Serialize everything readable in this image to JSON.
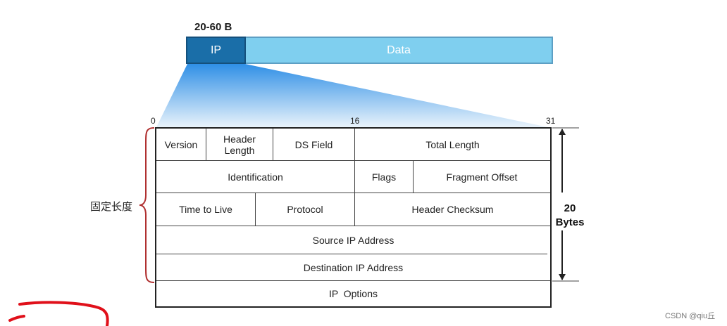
{
  "packet": {
    "size_label": "20-60 B",
    "ip_label": "IP",
    "data_label": "Data",
    "colors": {
      "ip": "#1a6ea8",
      "data": "#7fcfef",
      "fan_top": "#2f8fe6",
      "fan_bottom": "#e9f3fb"
    }
  },
  "bit_scale": {
    "start": "0",
    "mid": "16",
    "end": "31"
  },
  "fields": {
    "version": "Version",
    "header_length": "Header\nLength",
    "ds_field": "DS Field",
    "total_length": "Total Length",
    "identification": "Identification",
    "flags": "Flags",
    "fragment_offset": "Fragment Offset",
    "ttl": "Time to Live",
    "protocol": "Protocol",
    "header_checksum": "Header Checksum",
    "source_ip": "Source IP Address",
    "destination_ip": "Destination IP Address",
    "ip_options": "IP  Options"
  },
  "annotations": {
    "fixed_length": "固定长度",
    "bytes_number": "20",
    "bytes_unit": "Bytes",
    "brace_color": "#b03030",
    "scribble_color": "#e0101a"
  },
  "watermark": "CSDN @qiu丘"
}
